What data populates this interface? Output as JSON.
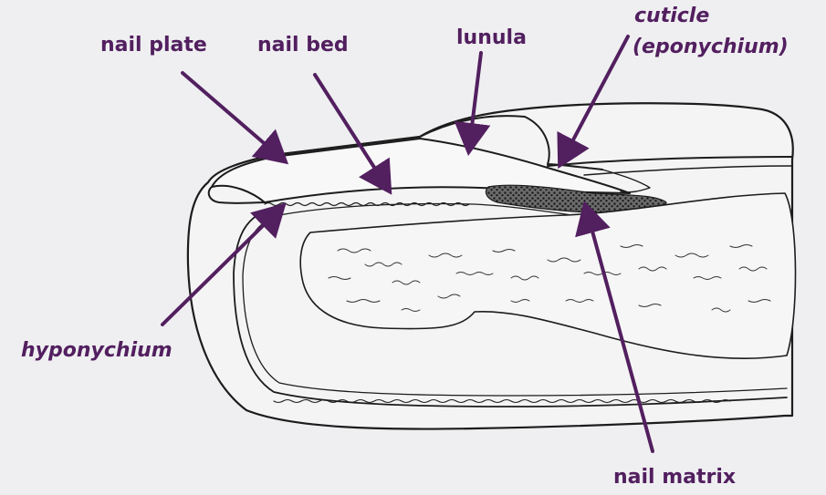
{
  "labels": {
    "nail_plate": "nail plate",
    "nail_bed": "nail bed",
    "lunula": "lunula",
    "cuticle_line1": "cuticle",
    "cuticle_line2": "(eponychium)",
    "hyponychium": "hyponychium",
    "nail_matrix": "nail matrix"
  },
  "colors": {
    "label": "#521f5f",
    "arrow": "#521f5f",
    "outline": "#1c1c1c",
    "background": "#efeff1",
    "matrix_fill": "#3a3a3a"
  }
}
